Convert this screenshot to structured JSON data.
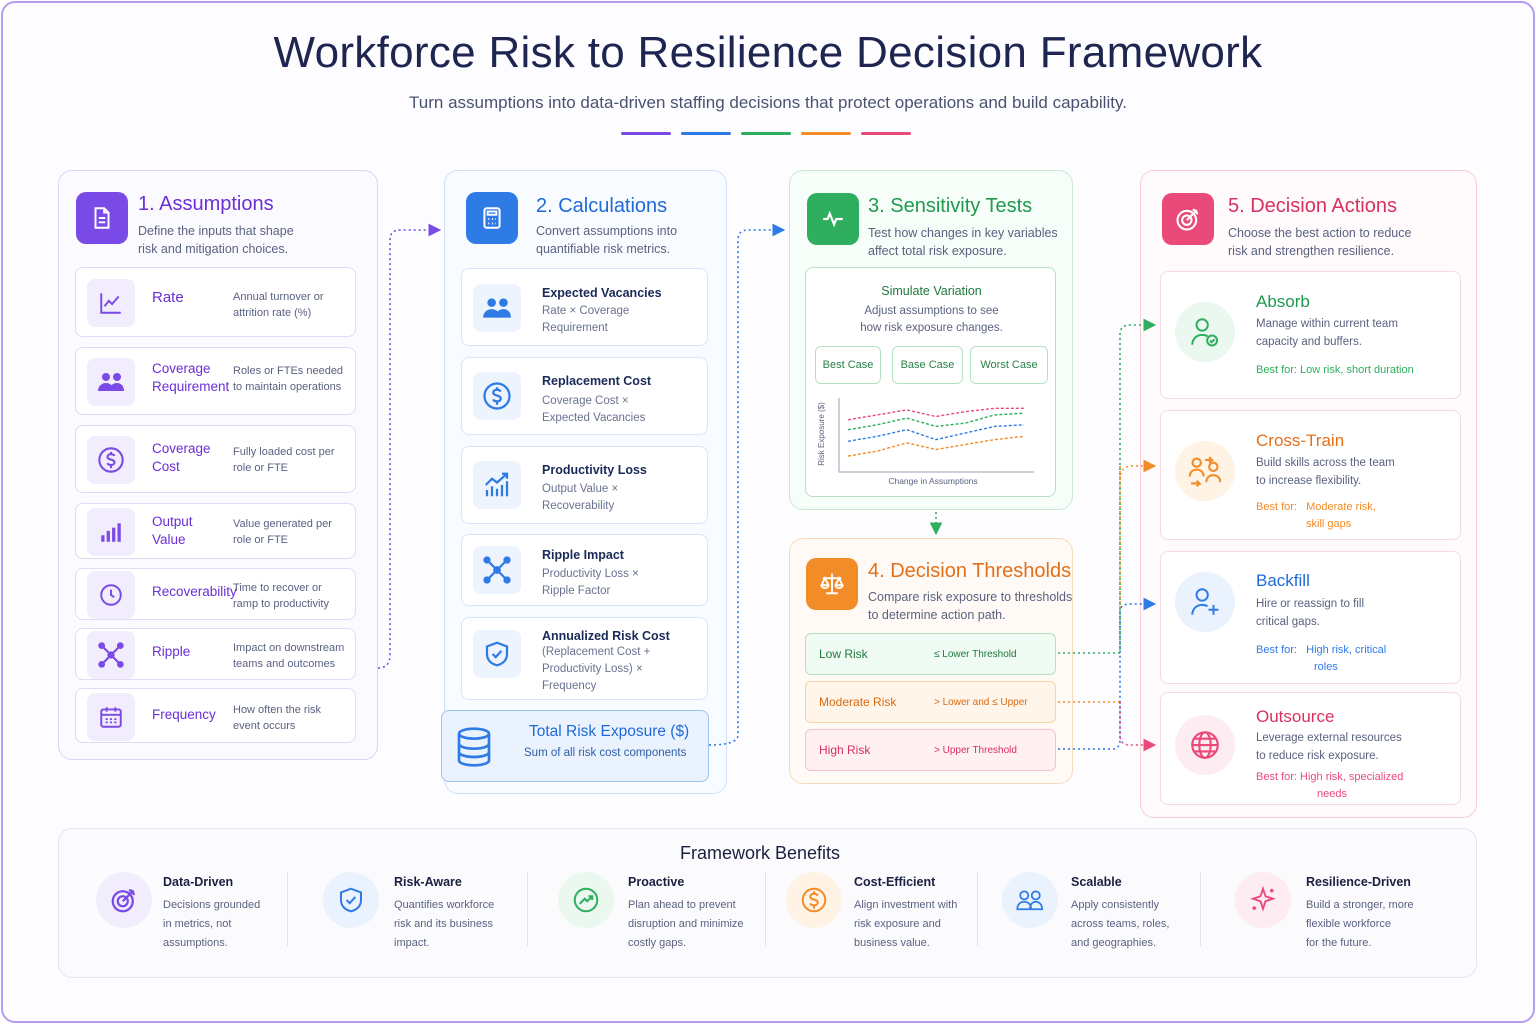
{
  "header": {
    "title": "Workforce Risk to Resilience Decision Framework",
    "subtitle": "Turn assumptions into data-driven staffing decisions that protect operations and build capability."
  },
  "colors": {
    "purple": "#7a4ae6",
    "blue": "#2f7be6",
    "green": "#2eae5e",
    "orange": "#f28c28",
    "pink": "#ea4a7a"
  },
  "assumptions": {
    "title": "1. Assumptions",
    "desc": [
      "Define the inputs that shape",
      "risk and mitigation choices."
    ],
    "items": [
      {
        "icon": "line-chart-icon",
        "label": [
          "Rate"
        ],
        "desc": [
          "Annual turnover or",
          "attrition rate (%)"
        ]
      },
      {
        "icon": "people-icon",
        "label": [
          "Coverage",
          "Requirement"
        ],
        "desc": [
          "Roles or FTEs needed",
          "to maintain operations"
        ]
      },
      {
        "icon": "dollar-icon",
        "label": [
          "Coverage",
          "Cost"
        ],
        "desc": [
          "Fully loaded cost per",
          "role or FTE"
        ]
      },
      {
        "icon": "bar-chart-icon",
        "label": [
          "Output",
          "Value"
        ],
        "desc": [
          "Value generated per",
          "role or FTE"
        ]
      },
      {
        "icon": "clock-icon",
        "label": [
          "Recoverability"
        ],
        "desc": [
          "Time to recover or",
          "ramp to productivity"
        ]
      },
      {
        "icon": "network-icon",
        "label": [
          "Ripple"
        ],
        "desc": [
          "Impact on downstream",
          "teams and outcomes"
        ]
      },
      {
        "icon": "calendar-icon",
        "label": [
          "Frequency"
        ],
        "desc": [
          "How often the risk",
          "event occurs"
        ]
      }
    ]
  },
  "calculations": {
    "title": "2. Calculations",
    "desc": [
      "Convert assumptions into",
      "quantifiable risk metrics."
    ],
    "items": [
      {
        "icon": "people-icon",
        "label": "Expected Vacancies",
        "desc": [
          "Rate × Coverage",
          "Requirement"
        ]
      },
      {
        "icon": "dollar-icon",
        "label": "Replacement Cost",
        "desc": [
          "Coverage Cost ×",
          "Expected Vacancies"
        ]
      },
      {
        "icon": "growth-chart-icon",
        "label": "Productivity Loss",
        "desc": [
          "Output Value ×",
          "Recoverability"
        ]
      },
      {
        "icon": "network-icon",
        "label": "Ripple Impact",
        "desc": [
          "Productivity Loss ×",
          "Ripple Factor"
        ]
      },
      {
        "icon": "shield-check-icon",
        "label": "Annualized Risk Cost",
        "desc": [
          "(Replacement Cost +",
          "Productivity Loss) ×",
          "Frequency"
        ]
      }
    ],
    "total": {
      "label": "Total Risk Exposure ($)",
      "desc": "Sum of all risk cost components"
    }
  },
  "sensitivity": {
    "title": "3. Sensitivity Tests",
    "desc": [
      "Test how changes in key variables",
      "affect total risk exposure."
    ],
    "sim_title": "Simulate Variation",
    "sim_desc": [
      "Adjust assumptions to see",
      "how risk exposure changes."
    ],
    "buttons": [
      "Best Case",
      "Base Case",
      "Worst Case"
    ],
    "chart_data": {
      "type": "line",
      "xlabel": "Change in Assumptions",
      "ylabel": "Risk Exposure ($)",
      "series": [
        {
          "color": "#ea4a7a",
          "values": [
            28,
            31,
            34,
            30,
            33,
            35,
            35
          ]
        },
        {
          "color": "#2eae5e",
          "values": [
            22,
            25,
            29,
            24,
            26,
            31,
            32
          ]
        },
        {
          "color": "#2f7be6",
          "values": [
            15,
            18,
            22,
            16,
            20,
            24,
            25
          ]
        },
        {
          "color": "#f28c28",
          "values": [
            6,
            9,
            14,
            10,
            13,
            16,
            18
          ]
        }
      ],
      "ylim": [
        0,
        40
      ],
      "grid": false
    }
  },
  "thresholds": {
    "title": "4. Decision Thresholds",
    "desc": [
      "Compare risk exposure to thresholds",
      "to determine action path."
    ],
    "rows": [
      {
        "label": "Low Risk",
        "rule": "≤ Lower Threshold"
      },
      {
        "label": "Moderate Risk",
        "rule": "> Lower and ≤ Upper"
      },
      {
        "label": "High Risk",
        "rule": "> Upper Threshold"
      }
    ]
  },
  "actions": {
    "title": "5. Decision Actions",
    "desc": [
      "Choose the best action to reduce",
      "risk and strengthen resilience."
    ],
    "items": [
      {
        "icon": "user-check-icon",
        "title": "Absorb",
        "desc": [
          "Manage within current team",
          "capacity and buffers."
        ],
        "best": [
          "Best for: Low risk, short duration"
        ]
      },
      {
        "icon": "cross-train-icon",
        "title": "Cross-Train",
        "desc": [
          "Build skills across the team",
          "to increase flexibility."
        ],
        "best": [
          "Best for:   Moderate risk,",
          "skill gaps"
        ]
      },
      {
        "icon": "user-plus-icon",
        "title": "Backfill",
        "desc": [
          "Hire or reassign to fill",
          "critical gaps."
        ],
        "best": [
          "Best for:   High risk, critical",
          "roles"
        ]
      },
      {
        "icon": "globe-icon",
        "title": "Outsource",
        "desc": [
          "Leverage external resources",
          "to reduce risk exposure."
        ],
        "best": [
          "Best for: High risk, specialized",
          "needs"
        ]
      }
    ]
  },
  "benefits": {
    "title": "Framework Benefits",
    "items": [
      {
        "icon": "target-icon",
        "title": "Data-Driven",
        "desc": [
          "Decisions grounded",
          "in metrics, not",
          "assumptions."
        ]
      },
      {
        "icon": "shield-check-icon",
        "title": "Risk-Aware",
        "desc": [
          "Quantifies workforce",
          "risk and its business",
          "impact."
        ]
      },
      {
        "icon": "trend-up-icon",
        "title": "Proactive",
        "desc": [
          "Plan ahead to prevent",
          "disruption and minimize",
          "costly gaps."
        ]
      },
      {
        "icon": "dollar-icon",
        "title": "Cost-Efficient",
        "desc": [
          "Align investment with",
          "risk exposure and",
          "business value."
        ]
      },
      {
        "icon": "people-icon",
        "title": "Scalable",
        "desc": [
          "Apply consistently",
          "across teams, roles,",
          "and geographies."
        ]
      },
      {
        "icon": "sparkle-icon",
        "title": "Resilience-Driven",
        "desc": [
          "Build a stronger, more",
          "flexible workforce",
          "for the future."
        ]
      }
    ]
  }
}
